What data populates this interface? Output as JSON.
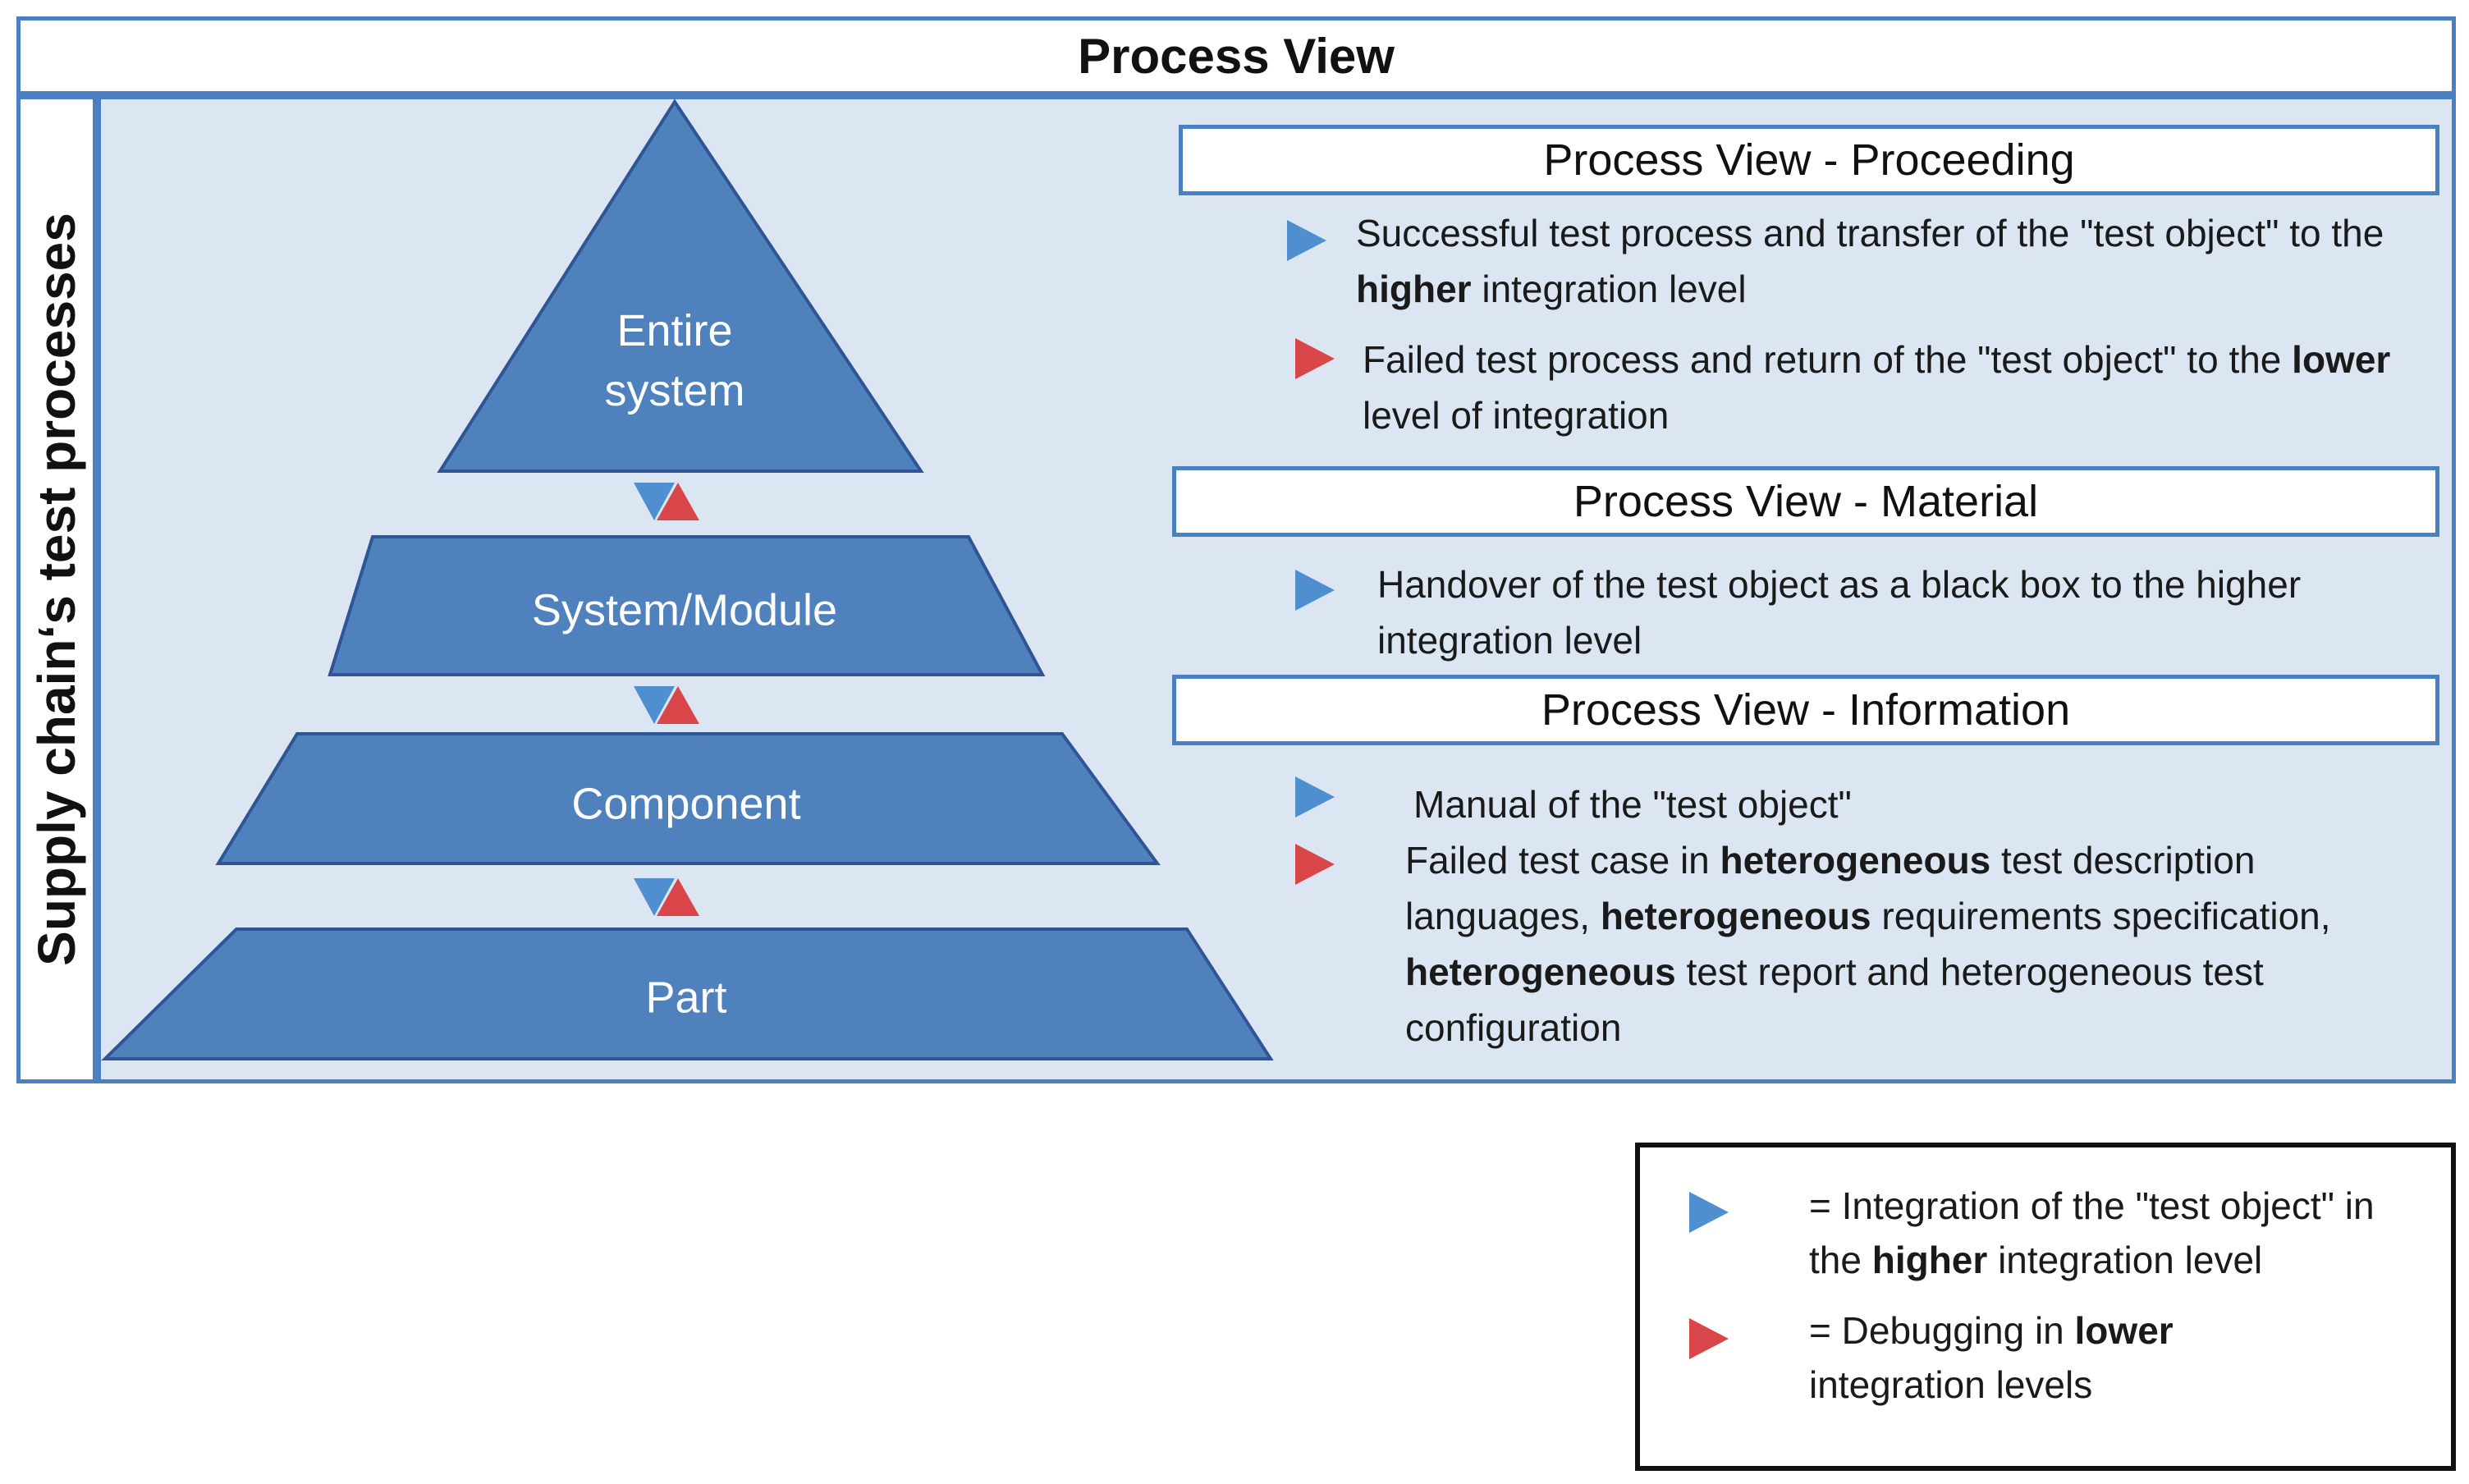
{
  "title": "Process View",
  "side_label": "Supply chain‘s test processes",
  "colors": {
    "border": "#4a7fc1",
    "panel_bg": "#dce6f2",
    "tier_fill": "#4f81bd",
    "tier_stroke": "#2f5597",
    "arrow_blue": "#4f8fd0",
    "arrow_red": "#d9464a"
  },
  "pyramid": {
    "tiers": [
      "Entire\nsystem",
      "System/Module",
      "Component",
      "Part"
    ]
  },
  "sections": [
    {
      "header": "Process View - Proceeding",
      "items": [
        {
          "color": "blue",
          "parts": [
            {
              "text": "Successful test process and transfer of the \"test object\" to the "
            },
            {
              "text": "higher",
              "bold": true
            },
            {
              "text": " integration level"
            }
          ]
        },
        {
          "color": "red",
          "parts": [
            {
              "text": "Failed test process and return of the \"test object\" to the "
            },
            {
              "text": "lower",
              "bold": true
            },
            {
              "text": " level of integration"
            }
          ]
        }
      ]
    },
    {
      "header": "Process View - Material",
      "items": [
        {
          "color": "blue",
          "parts": [
            {
              "text": "Handover of the test object as a black box to the higher integration level"
            }
          ]
        }
      ]
    },
    {
      "header": "Process View - Information",
      "items": [
        {
          "color": "blue",
          "parts": [
            {
              "text": "Manual of the \"test object\""
            }
          ]
        },
        {
          "color": "red",
          "parts": [
            {
              "text": "Failed test case in "
            },
            {
              "text": "heterogeneous",
              "bold": true
            },
            {
              "text": " test description languages, "
            },
            {
              "text": "heterogeneous",
              "bold": true
            },
            {
              "text": " requirements specification, "
            },
            {
              "text": "heterogeneous",
              "bold": true
            },
            {
              "text": " test report and heterogeneous test configuration"
            }
          ]
        }
      ]
    }
  ],
  "legend": [
    {
      "color": "blue",
      "parts": [
        {
          "text": "= Integration of the \"test object\" in the "
        },
        {
          "text": "higher",
          "bold": true
        },
        {
          "text": " integration level"
        }
      ]
    },
    {
      "color": "red",
      "parts": [
        {
          "text": "= Debugging in "
        },
        {
          "text": "lower",
          "bold": true
        },
        {
          "text": " integration levels"
        }
      ]
    }
  ]
}
